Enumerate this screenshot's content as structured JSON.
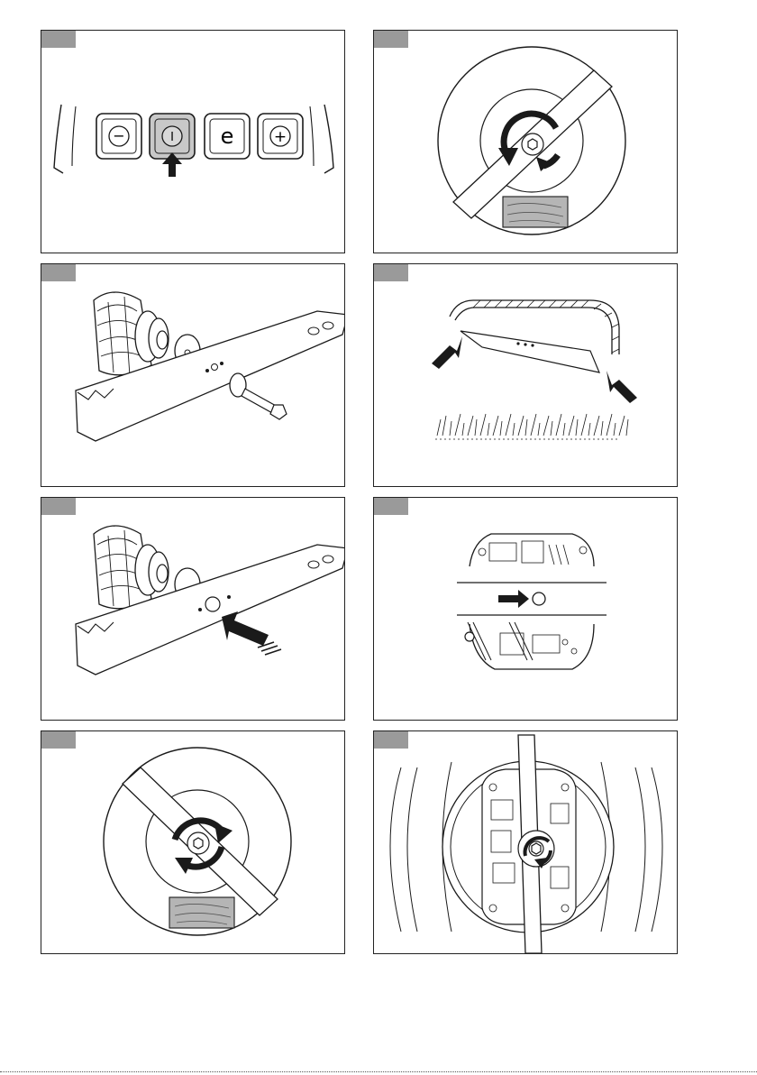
{
  "document": {
    "button_labels": {
      "minus_button": "−",
      "power_button": "I",
      "eco_button": "e",
      "plus_button": "+"
    },
    "colors": {
      "line": "#1a1a1a",
      "tab": "#9a9a9a",
      "highlight": "#c8c8c8",
      "wood": "#b5b5b5"
    },
    "panels": [
      {
        "id": "panel-1",
        "step": "press-power-button"
      },
      {
        "id": "panel-2",
        "step": "loosen-blade-bolt"
      },
      {
        "id": "panel-3",
        "step": "remove-blade-exploded"
      },
      {
        "id": "panel-4",
        "step": "blade-orientation"
      },
      {
        "id": "panel-5",
        "step": "fit-new-blade"
      },
      {
        "id": "panel-6",
        "step": "check-blade-hole"
      },
      {
        "id": "panel-7",
        "step": "tighten-blade-bolt"
      },
      {
        "id": "panel-8",
        "step": "rotate-blade-check"
      }
    ]
  }
}
